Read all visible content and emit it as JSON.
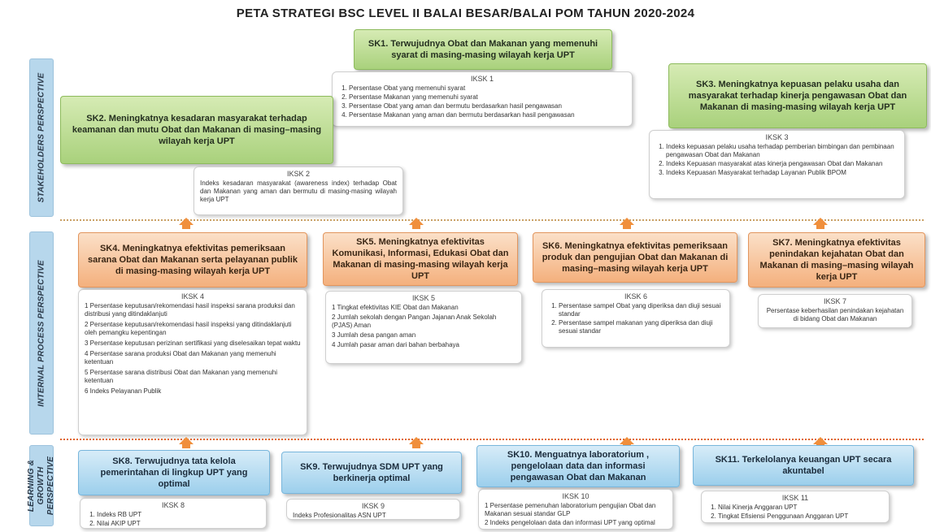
{
  "title": "PETA STRATEGI BSC LEVEL II BALAI BESAR/BALAI POM TAHUN 2020-2024",
  "perspectives": {
    "stakeholders": "STAKEHOLDERS PERSPECTIVE",
    "internal": "INTERNAL PROCESS PERSPECTIVE",
    "learning": "LEARNING & GROWTH PERSPECTIVE"
  },
  "sk": {
    "sk1": "SK1. Terwujudnya Obat dan Makanan yang memenuhi syarat di masing-masing wilayah kerja UPT",
    "sk2": "SK2. Meningkatnya kesadaran masyarakat terhadap keamanan dan mutu Obat dan Makanan di masing–masing wilayah kerja UPT",
    "sk3": "SK3. Meningkatnya kepuasan pelaku usaha dan masyarakat terhadap kinerja pengawasan Obat dan Makanan di masing-masing wilayah kerja UPT",
    "sk4": "SK4. Meningkatnya efektivitas pemeriksaan sarana Obat dan Makanan serta pelayanan publik di masing-masing wilayah kerja UPT",
    "sk5": "SK5. Meningkatnya efektivitas Komunikasi, Informasi, Edukasi Obat dan Makanan di masing-masing wilayah kerja UPT",
    "sk6": "SK6. Meningkatnya efektivitas pemeriksaan produk dan pengujian Obat dan Makanan di masing–masing wilayah kerja UPT",
    "sk7": "SK7. Meningkatnya efektivitas penindakan kejahatan Obat dan Makanan di masing–masing wilayah kerja UPT",
    "sk8": "SK8. Terwujudnya tata kelola pemerintahan di lingkup UPT yang optimal",
    "sk9": "SK9. Terwujudnya SDM UPT yang berkinerja optimal",
    "sk10": "SK10. Menguatnya laboratorium , pengelolaan data dan informasi pengawasan Obat dan Makanan",
    "sk11": "SK11. Terkelolanya keuangan UPT secara akuntabel"
  },
  "iksk": {
    "iksk1": {
      "label": "IKSK 1",
      "items": [
        "Persentase Obat yang memenuhi syarat",
        "Persentase Makanan yang memenuhi syarat",
        "Persentase Obat yang aman dan bermutu berdasarkan hasil pengawasan",
        "Persentase Makanan yang aman dan bermutu berdasarkan hasil pengawasan"
      ]
    },
    "iksk2": {
      "label": "IKSK 2",
      "text": "Indeks kesadaran masyarakat (awareness index) terhadap Obat dan Makanan yang aman dan bermutu di masing-masing wilayah kerja UPT"
    },
    "iksk3": {
      "label": "IKSK 3",
      "items": [
        "Indeks kepuasan pelaku usaha terhadap pemberian bimbingan dan pembinaan pengawasan Obat dan Makanan",
        "Indeks Kepuasan masyarakat atas kinerja pengawasan Obat dan Makanan",
        "Indeks Kepuasan Masyarakat terhadap Layanan Publik BPOM"
      ]
    },
    "iksk4": {
      "label": "IKSK 4",
      "items": [
        "1 Persentase keputusan/rekomendasi hasil inspeksi sarana produksi dan distribusi yang ditindaklanjuti",
        "2 Persentase keputusan/rekomendasi hasil inspeksi yang ditindaklanjuti oleh pemangku kepentingan",
        "3 Persentase keputusan perizinan sertifikasi yang diselesaikan tepat waktu",
        "4 Persentase sarana produksi Obat dan Makanan yang memenuhi ketentuan",
        "5 Persentase sarana distribusi Obat dan Makanan yang memenuhi ketentuan",
        "6 Indeks Pelayanan Publik"
      ]
    },
    "iksk5": {
      "label": "IKSK 5",
      "items": [
        "1 Tingkat efektivitas KIE Obat dan Makanan",
        "2 Jumlah sekolah dengan Pangan Jajanan Anak Sekolah (PJAS) Aman",
        "3 Jumlah desa pangan aman",
        "4 Jumlah pasar aman dari bahan berbahaya"
      ]
    },
    "iksk6": {
      "label": "IKSK 6",
      "items": [
        "Persentase sampel Obat yang diperiksa dan diuji sesuai standar",
        "Persentase sampel makanan yang diperiksa dan diuji sesuai standar"
      ]
    },
    "iksk7": {
      "label": "IKSK 7",
      "text": "Persentase keberhasilan penindakan kejahatan di bidang Obat dan Makanan"
    },
    "iksk8": {
      "label": "IKSK 8",
      "items": [
        "Indeks RB UPT",
        "Nilai AKIP UPT"
      ]
    },
    "iksk9": {
      "label": "IKSK 9",
      "text": "Indeks Profesionalitas ASN UPT"
    },
    "iksk10": {
      "label": "IKSK 10",
      "items": [
        "1 Persentase pemenuhan laboratorium pengujian Obat dan Makanan sesuai standar GLP",
        "2 Indeks pengelolaan data dan informasi UPT yang optimal"
      ]
    },
    "iksk11": {
      "label": "IKSK 11",
      "items": [
        "Nilai Kinerja Anggaran UPT",
        "Tingkat Efisiensi Penggunaan Anggaran UPT"
      ]
    }
  },
  "colors": {
    "stakeholder_box": "#a9d17c",
    "internal_box": "#f4b07d",
    "learning_box": "#9ccfec",
    "perspective_bar": "#b7d7ec",
    "arrow": "#f08f3c"
  }
}
